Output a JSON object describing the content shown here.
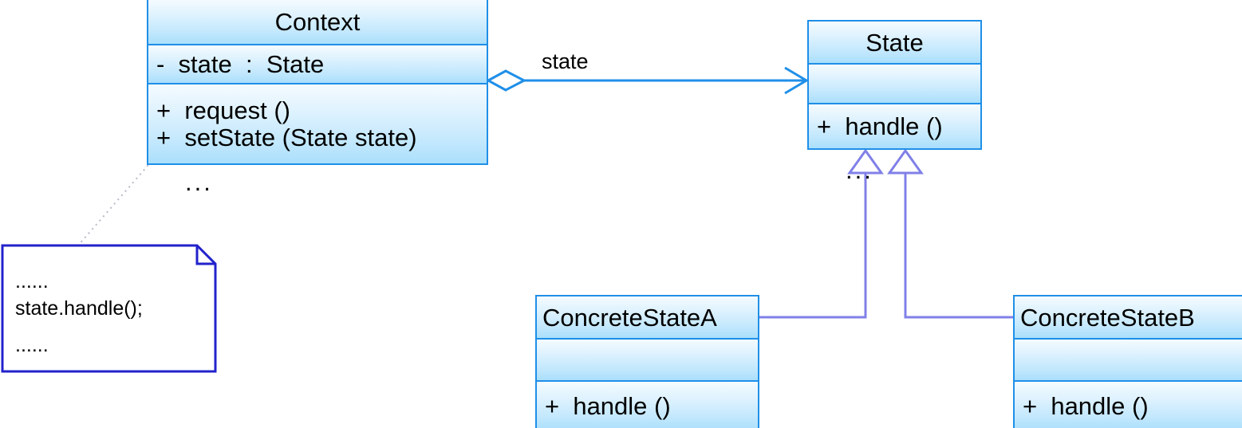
{
  "diagram": {
    "kind": "uml-class-diagram",
    "title_visible": false,
    "colors": {
      "class_border": "#1f8fe8",
      "class_fill_top": "#f4fbff",
      "class_fill_bottom": "#aadffc",
      "note_border": "#2222cc",
      "note_fill": "#ffffff",
      "association_line": "#1f8fe8",
      "generalization_line": "#8080e8",
      "text": "#000000"
    }
  },
  "classes": {
    "context": {
      "name": "Context",
      "attributes": [
        "-  state  :  State"
      ],
      "operations": [
        "+  request ()",
        "+  setState (State state)"
      ],
      "trailing_ellipsis": "..."
    },
    "state": {
      "name": "State",
      "attributes": [],
      "operations": [
        "+  handle ()"
      ]
    },
    "concrete_state_a": {
      "name": "ConcreteStateA",
      "attributes": [],
      "operations": [
        "+  handle ()"
      ]
    },
    "concrete_state_b": {
      "name": "ConcreteStateB",
      "attributes": [],
      "operations": [
        "+  handle ()"
      ]
    }
  },
  "note": {
    "lines": [
      "......",
      "state.handle();",
      "......"
    ],
    "attached_to": "Context"
  },
  "relationships": {
    "association": {
      "from": "Context",
      "to": "State",
      "label": "state",
      "source_decoration": "open-diamond-aggregation",
      "target_decoration": "open-arrow"
    },
    "generalizations": [
      {
        "from": "ConcreteStateA",
        "to": "State",
        "decoration": "hollow-triangle"
      },
      {
        "from": "ConcreteStateB",
        "to": "State",
        "decoration": "hollow-triangle"
      }
    ],
    "ellipsis_between_subclasses": "..."
  }
}
